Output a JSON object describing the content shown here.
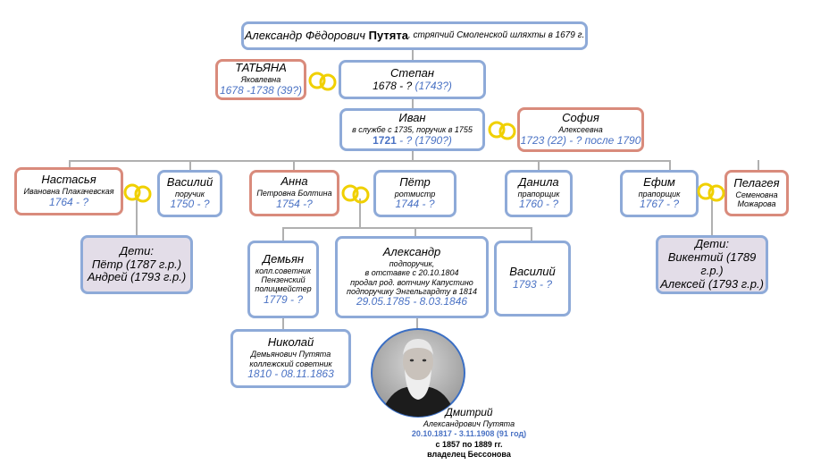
{
  "root": {
    "name_first": "Александр Фёдорович ",
    "name_last": "Путята",
    "desc": ", стряпчий Смоленской шляхты в 1679 г."
  },
  "tatyana": {
    "name": "ТАТЬЯНА",
    "sub": "Яковлевна",
    "dates": "1678 -1738 (39?)"
  },
  "stepan": {
    "name": "Степан",
    "dates_a": "1678 - ? ",
    "dates_b": "(1743?)"
  },
  "ivan": {
    "name": "Иван",
    "sub1": "в службе с 1735, поручик в 1755",
    "dates_a": "1721",
    "dates_b": " - ? (1790?)"
  },
  "sofia": {
    "name": "София",
    "sub": "Алексеевна",
    "dates": "1723 (22) - ? после 1790"
  },
  "nastasya": {
    "name": "Настасья",
    "sub": "Ивановна Плакачевская",
    "dates": "1764 - ?"
  },
  "vasiliy1": {
    "name": "Василий",
    "sub": "поручик",
    "dates": "1750 - ?"
  },
  "anna": {
    "name": "Анна",
    "sub": "Петровна Болтина",
    "dates": "1754 -?"
  },
  "petr": {
    "name": "Пётр",
    "sub": "ротмистр",
    "dates": "1744 - ?"
  },
  "danila": {
    "name": "Данила",
    "sub": "прапорщик",
    "dates": "1760 - ?"
  },
  "efim": {
    "name": "Ефим",
    "sub": "прапорщик",
    "dates": "1767 - ?"
  },
  "pelageya": {
    "name": "Пелагея",
    "sub1": "Семеновна",
    "sub2": "Можарова"
  },
  "kids1": {
    "title": "Дети:",
    "l1": "Пётр (1787 г.р.)",
    "l2": "Андрей (1793 г.р.)"
  },
  "kids2": {
    "title": "Дети:",
    "l1": "Викентий (1789 г.р.)",
    "l2": "Алексей (1793 г.р.)"
  },
  "demyan": {
    "name": "Демьян",
    "sub1": "колл.советник",
    "sub2": "Пензенский",
    "sub3": "полицмейстер",
    "dates": "1779 - ?"
  },
  "aleksandr": {
    "name": "Александр",
    "sub1": "подпоручик,",
    "sub2": "в отставке с 20.10.1804",
    "sub3": "продал род. вотчину Капустино",
    "sub4": "подпоручику Энгельгардту в 1814",
    "dates": "29.05.1785 - 8.03.1846"
  },
  "vasiliy2": {
    "name": "Василий",
    "dates": "1793 - ?"
  },
  "nikolay": {
    "name": "Николай",
    "sub1": "Демьянович Путята",
    "sub2": "коллежский советник",
    "dates": "1810 - 08.11.1863"
  },
  "dmitriy": {
    "name": "Дмитрий",
    "sub": "Александрович Путята",
    "dates": "20.10.1817 - 3.11.1908 (91 год)",
    "l1": "с 1857 по 1889 гг.",
    "l2": "владелец Бессонова"
  },
  "colors": {
    "male_border": "#8eaad8",
    "female_border": "#d98b7c",
    "dates": "#4a72c4",
    "rings": "#f0d000",
    "kids_bg": "#e3dde8"
  }
}
